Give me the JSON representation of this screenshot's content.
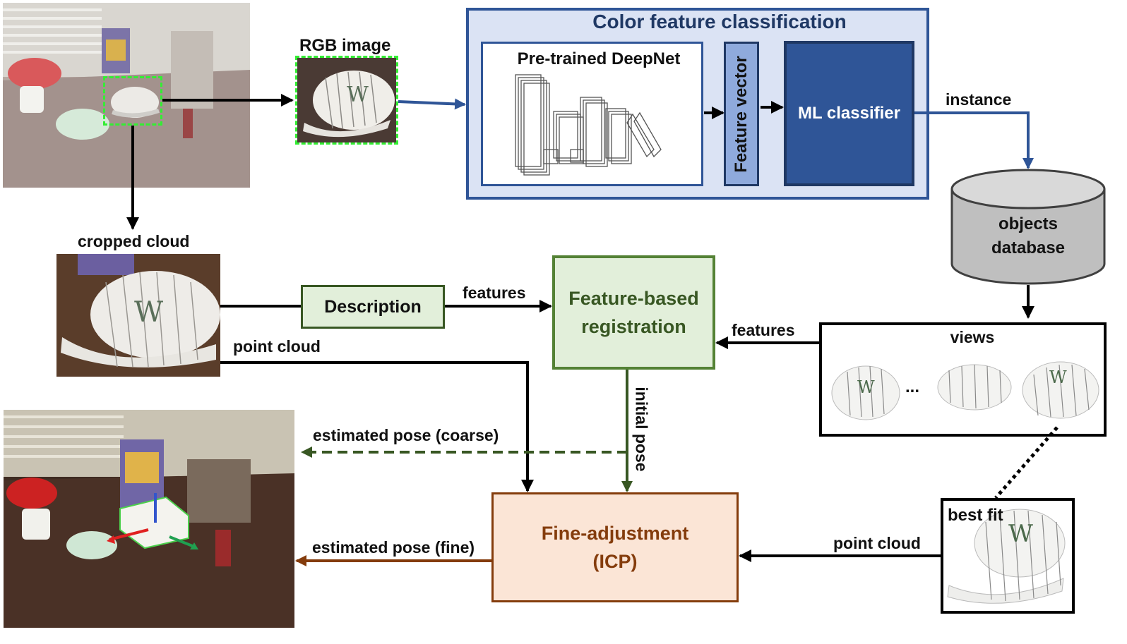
{
  "labels": {
    "rgb_image": "RGB image",
    "color_feature_classification": "Color feature classification",
    "pretrained_deepnet": "Pre-trained DeepNet",
    "feature_vector": "Feature vector",
    "ml_classifier": "ML classifier",
    "instance": "instance",
    "objects_database": [
      "objects",
      "database"
    ],
    "cropped_cloud": "cropped cloud",
    "description": "Description",
    "features_top": "features",
    "feature_based_registration": [
      "Feature-based",
      "registration"
    ],
    "features_right": "features",
    "views": "views",
    "ellipsis": "...",
    "point_cloud_left": "point cloud",
    "initial_pose": "initial pose",
    "estimated_pose_coarse": "estimated pose (coarse)",
    "estimated_pose_fine": "estimated pose (fine)",
    "fine_adjustment": [
      "Fine-adjustment",
      "(ICP)"
    ],
    "point_cloud_right": "point cloud",
    "best_fit": "best fit"
  },
  "colors": {
    "blue_frame": "#2f5597",
    "blue_fill_light": "#dbe3f4",
    "navy": "#1f3864",
    "feature_vector_fill": "#8faadc",
    "green_dark": "#385723",
    "green_mid": "#548235",
    "green_fill": "#e2efda",
    "brown": "#843c0c",
    "peach_fill": "#fbe5d6",
    "db_gray": "#bfbfbf",
    "crop_dash_green": "#33ee33"
  }
}
